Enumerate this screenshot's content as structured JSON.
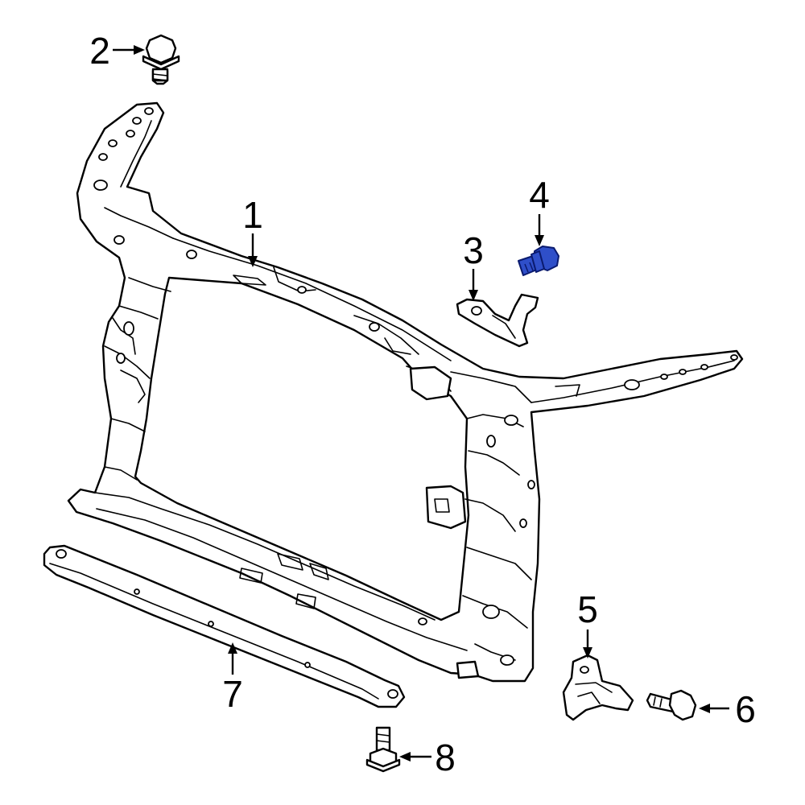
{
  "diagram": {
    "highlight_color": "#2f4fc9",
    "line_color": "#000000",
    "background": "#ffffff",
    "callouts": [
      {
        "id": "1",
        "label": "1",
        "part": "radiator-support-frame"
      },
      {
        "id": "2",
        "label": "2",
        "part": "upper-bolt"
      },
      {
        "id": "3",
        "label": "3",
        "part": "mounting-bracket"
      },
      {
        "id": "4",
        "label": "4",
        "part": "bracket-bolt",
        "highlighted": true
      },
      {
        "id": "5",
        "label": "5",
        "part": "lower-bracket"
      },
      {
        "id": "6",
        "label": "6",
        "part": "lower-bracket-bolt"
      },
      {
        "id": "7",
        "label": "7",
        "part": "lower-tie-bar"
      },
      {
        "id": "8",
        "label": "8",
        "part": "tie-bar-bolt"
      }
    ]
  }
}
